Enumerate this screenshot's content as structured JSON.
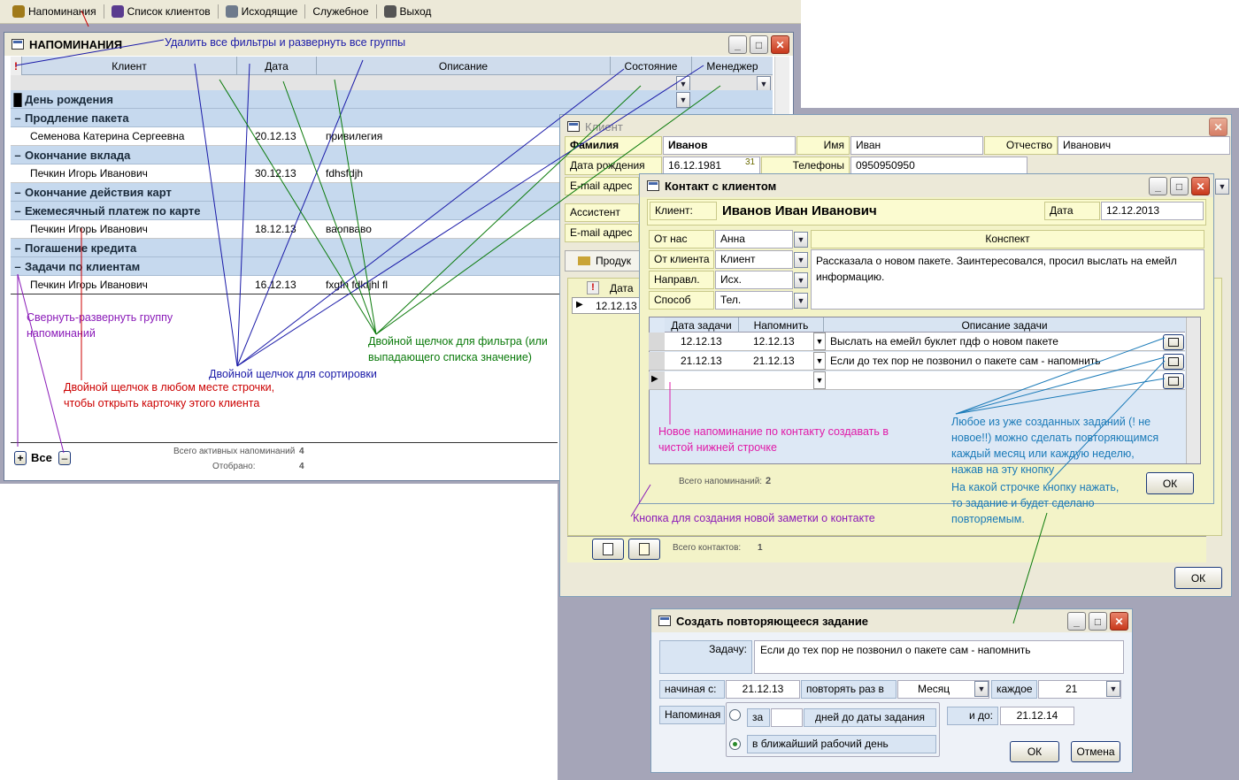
{
  "toolbar": {
    "items": [
      "Напоминания",
      "Список клиентов",
      "Исходящие",
      "Служебное",
      "Выход"
    ]
  },
  "reminders_window": {
    "title": "НАПОМИНАНИЯ",
    "columns": [
      "Клиент",
      "Дата",
      "Описание",
      "Состояние",
      "Менеджер"
    ],
    "groups": [
      {
        "name": "День рождения",
        "rows": []
      },
      {
        "name": "Продление пакета",
        "rows": [
          {
            "client": "Семенова Катерина Сергеевна",
            "date": "20.12.13",
            "desc": "привилегия"
          }
        ]
      },
      {
        "name": "Окончание вклада",
        "rows": [
          {
            "client": "Печкин Игорь Иванович",
            "date": "30.12.13",
            "desc": "fdhsfdjh"
          }
        ]
      },
      {
        "name": "Окончание действия карт",
        "rows": []
      },
      {
        "name": "Ежемесячный платеж по карте",
        "rows": [
          {
            "client": "Печкин Игорь Иванович",
            "date": "18.12.13",
            "desc": "ваопваво"
          }
        ]
      },
      {
        "name": "Погашение кредита",
        "rows": []
      },
      {
        "name": "Задачи по клиентам",
        "rows": [
          {
            "client": "Печкин Игорь Иванович",
            "date": "16.12.13",
            "desc": "fxgfn fdkfjhl fl"
          }
        ]
      }
    ],
    "footer": {
      "all_label": "Все",
      "active_label": "Всего активных напоминаний",
      "active_count": "4",
      "shown_label": "Отобрано:",
      "shown_count": "4"
    }
  },
  "client_window": {
    "title": "Клиент",
    "surname_label": "Фамилия",
    "surname": "Иванов",
    "name_label": "Имя",
    "name": "Иван",
    "patronymic_label": "Отчество",
    "patronymic": "Иванович",
    "birth_label": "Дата рождения",
    "birth": "16.12.1981",
    "birth_age": "31",
    "phone_label": "Телефоны",
    "phone": "0950950950",
    "email_label": "E-mail адрес",
    "assistant_label": "Ассистент",
    "email2_label": "E-mail адрес",
    "products_tab": "Продук",
    "contacts_header_date": "Дата",
    "contact_date": "12.12.13",
    "contacts_total_label": "Всего контактов:",
    "contacts_total": "1",
    "ok": "ОК"
  },
  "contact_window": {
    "title": "Контакт с клиентом",
    "client_label": "Клиент:",
    "client": "Иванов Иван Иванович",
    "date_label": "Дата",
    "date": "12.12.2013",
    "from_us_label": "От нас",
    "from_us": "Анна",
    "from_client_label": "От клиента",
    "from_client": "Клиент",
    "direction_label": "Направл.",
    "direction": "Исх.",
    "method_label": "Способ",
    "method": "Тел.",
    "summary_header": "Конспект",
    "summary": "Рассказала о новом пакете. Заинтересовался, просил выслать на емейл информацию.",
    "task_columns": [
      "Дата задачи",
      "Напомнить",
      "Описание задачи"
    ],
    "tasks": [
      {
        "date": "12.12.13",
        "remind": "12.12.13",
        "desc": "Выслать на емейл буклет пдф о новом пакете"
      },
      {
        "date": "21.12.13",
        "remind": "21.12.13",
        "desc": "Если до тех пор не позвонил о пакете сам - напомнить"
      }
    ],
    "total_label": "Всего напоминаний:",
    "total": "2",
    "ok": "ОК"
  },
  "repeat_window": {
    "title": "Создать повторяющееся задание",
    "task_label": "Задачу:",
    "task": "Если до тех пор не позвонил о пакете сам - напомнить",
    "start_label": "начиная с:",
    "start": "21.12.13",
    "repeat_label": "повторять раз в",
    "period": "Месяц",
    "every_label": "каждое",
    "every": "21",
    "remind_label": "Напоминая",
    "opt1_prefix": "за",
    "opt1_suffix": "дней до даты задания",
    "until_label": "и до:",
    "until": "21.12.14",
    "opt2": "в ближайший рабочий день",
    "ok": "ОК",
    "cancel": "Отмена"
  },
  "annotations": {
    "clear_filters": "Удалить все фильтры и развернуть все группы",
    "collapse_group_1": "Свернуть-развернуть группу",
    "collapse_group_2": "напоминаний",
    "dblclick_filter_1": "Двойной щелчок для фильтра (или",
    "dblclick_filter_2": "выпадающего списка значение)",
    "dblclick_sort": "Двойной щелчок для сортировки",
    "dblclick_row_1": "Двойной щелчок в любом месте строчки,",
    "dblclick_row_2": "чтобы открыть карточку этого клиента",
    "new_reminder_1": "Новое напоминание по контакту создавать в",
    "new_reminder_2": "чистой нижней строчке",
    "repeat_any_1": "Любое из уже созданных заданий (! не",
    "repeat_any_2": "новое!!) можно сделать повторяющимся",
    "repeat_any_3": "каждый месяц или каждую неделю,",
    "repeat_any_4": "нажав на эту кнопку",
    "which_row_1": "На какой строчке кнопку нажать,",
    "which_row_2": "то задание и будет сделано",
    "which_row_3": "повторяемым.",
    "new_note": "Кнопка для создания новой заметки о контакте"
  }
}
